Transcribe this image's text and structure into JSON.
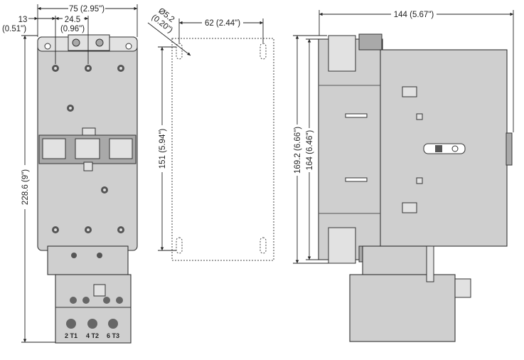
{
  "front_view": {
    "width_dim": "75 (2.95\")",
    "offset_dim_mm": "13",
    "offset_dim_in": "(0.51\")",
    "spacing_dim_mm": "24.5",
    "spacing_dim_in": "(0.96\")",
    "height_dim": "228.6 (9\")",
    "terminal_labels": [
      "2 T1",
      "4 T2",
      "6 T3"
    ]
  },
  "mounting_template": {
    "hole_dim_mm": "Ø5.2",
    "hole_dim_in": "(0.20\")",
    "width_dim": "62 (2.44\")",
    "height_dim": "151 (5.94\")"
  },
  "side_view": {
    "depth_dim": "144 (5.67\")",
    "height_dim_1": "169.2 (6.66\")",
    "height_dim_2": "164 (6.46\")"
  }
}
